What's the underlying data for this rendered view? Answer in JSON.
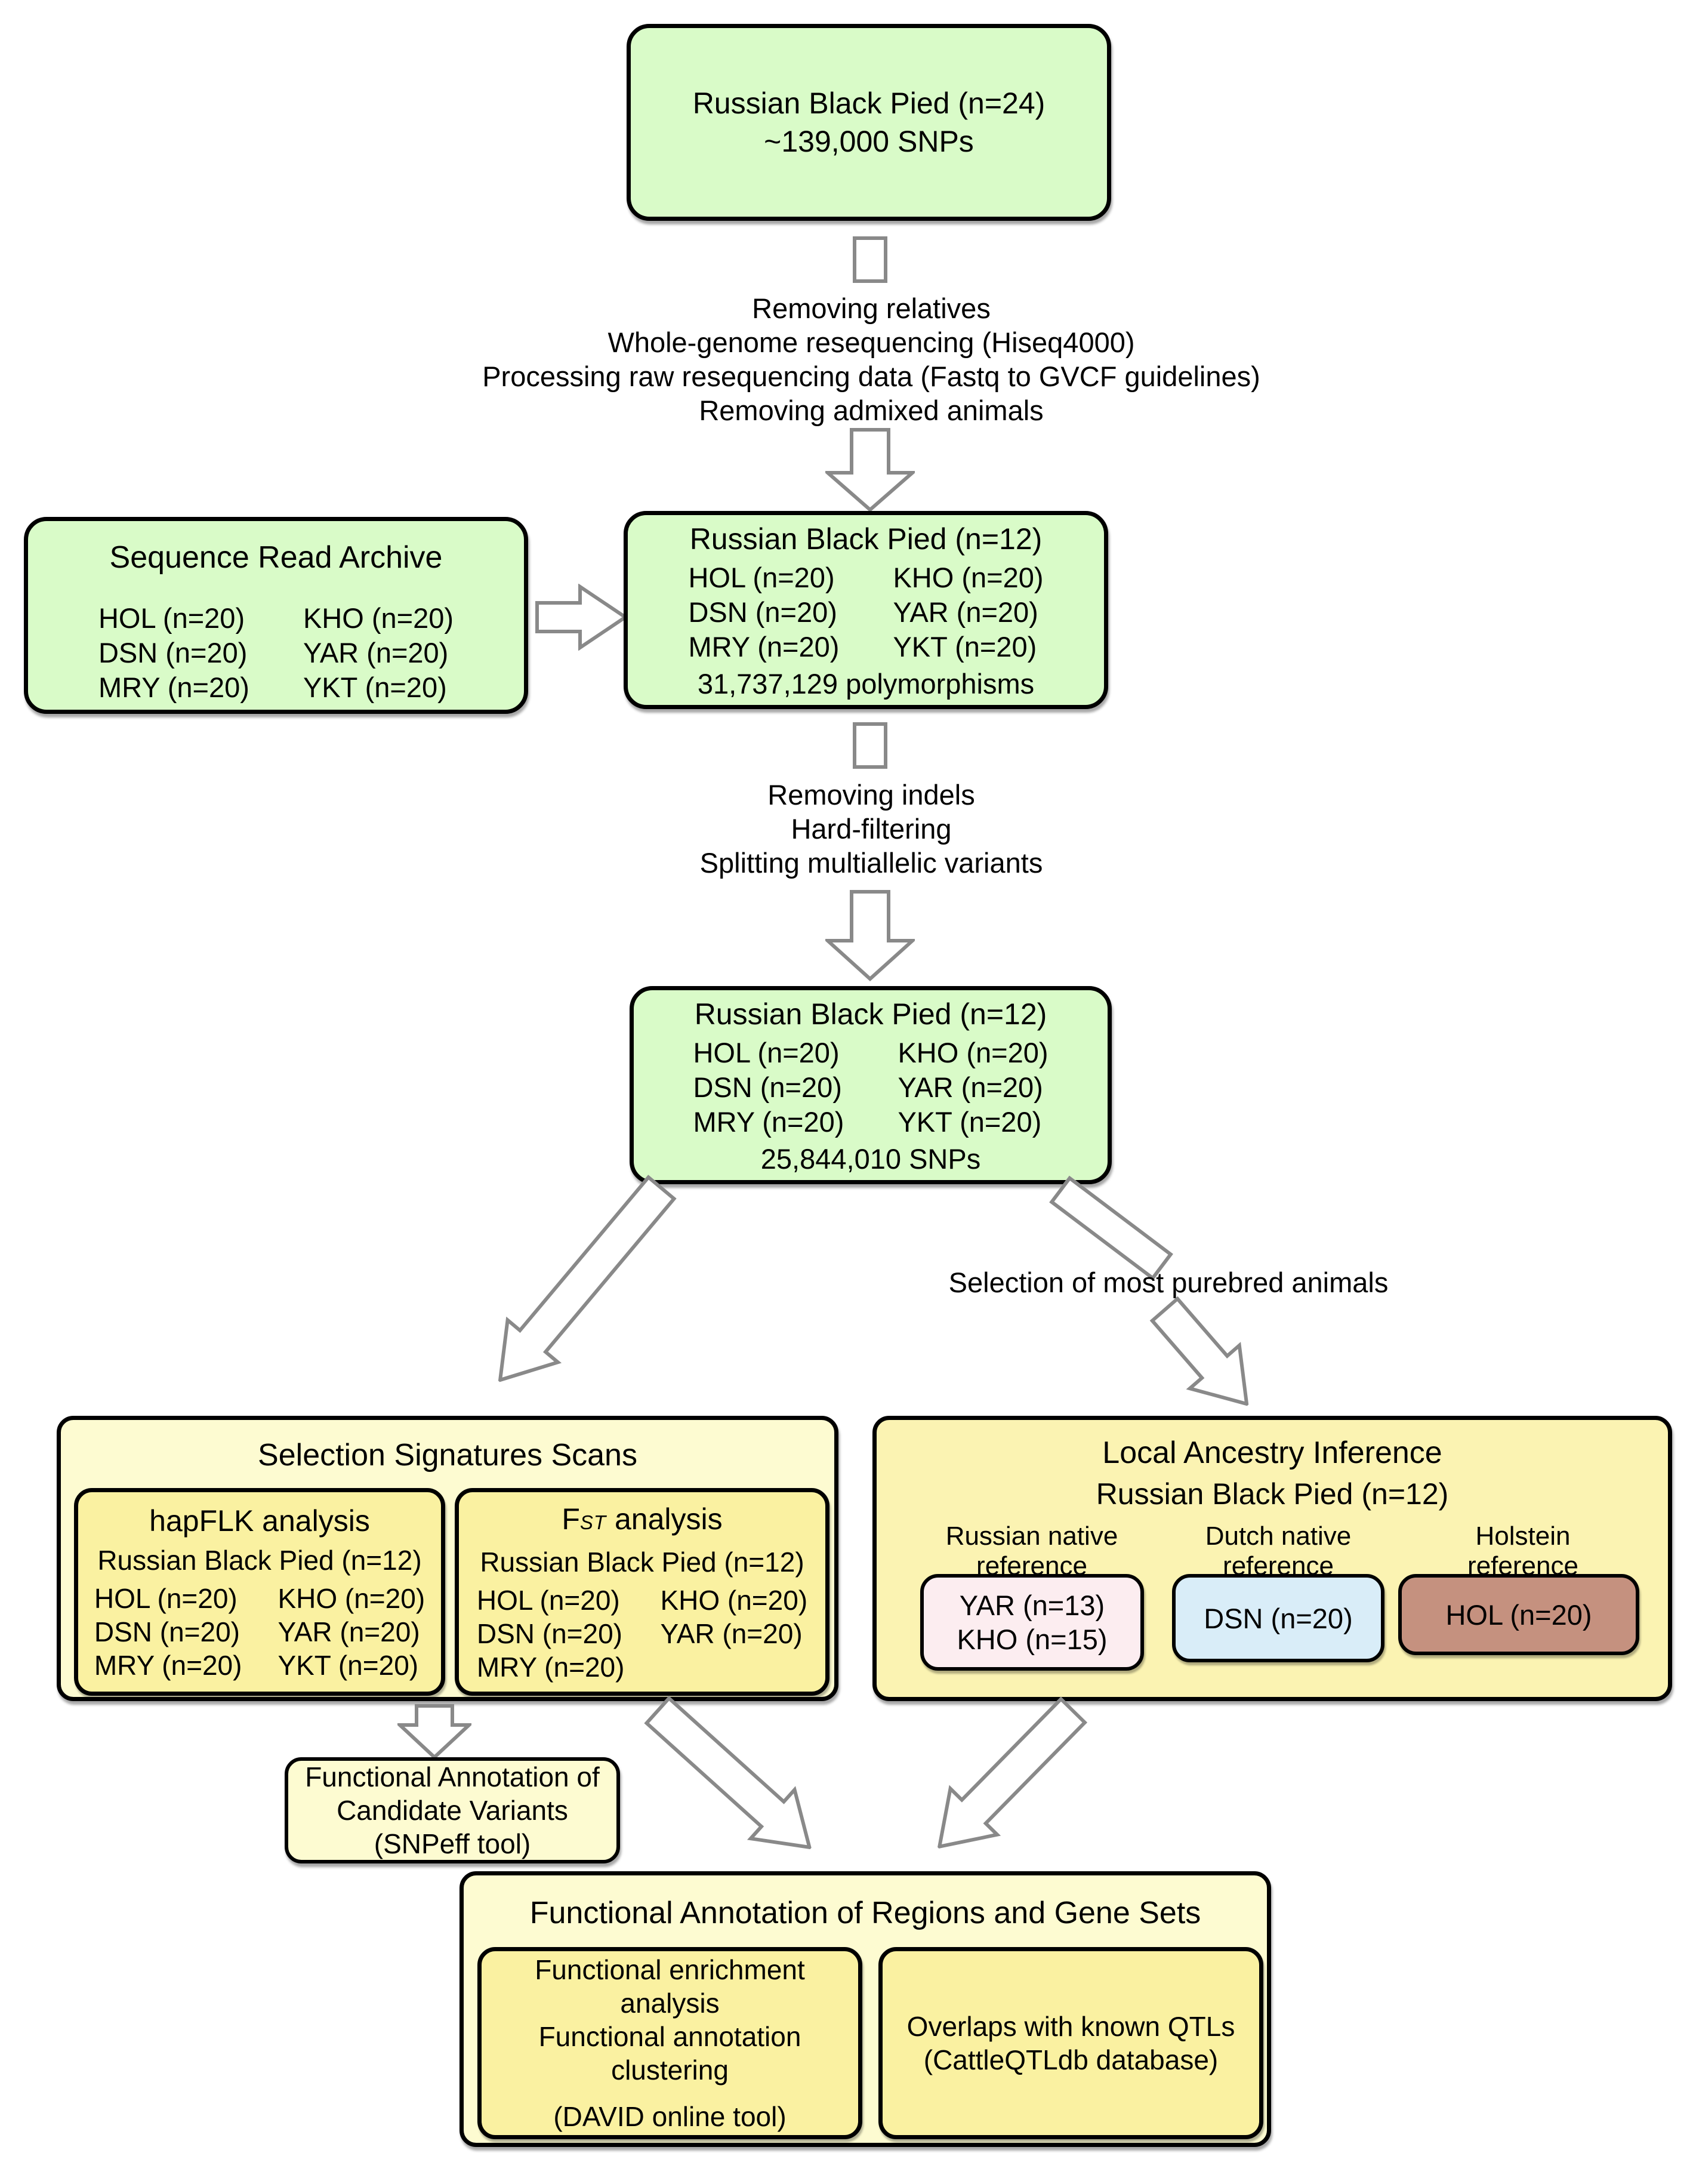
{
  "colors": {
    "box_green": "#d9fbc8",
    "outer_cream": "#fdfbd1",
    "lai_yellow": "#fbf3b2",
    "inner_yellow": "#faf1a1",
    "russian_ref_pink": "#fcedf0",
    "dutch_ref_blue": "#d9edf8",
    "holstein_ref_brown": "#c5917f",
    "arrow_gray": "#898989"
  },
  "top_box": {
    "line1": "Russian Black Pied (n=24)",
    "line2": "~139,000 SNPs"
  },
  "process1": {
    "line1": "Removing relatives",
    "line2": "Whole-genome resequencing (Hiseq4000)",
    "line3": "Processing raw resequencing data (Fastq to GVCF guidelines)",
    "line4": "Removing admixed animals"
  },
  "sra_box": {
    "title": "Sequence Read Archive",
    "breeds_left": [
      "HOL (n=20)",
      "DSN (n=20)",
      "MRY (n=20)"
    ],
    "breeds_right": [
      "KHO (n=20)",
      "YAR (n=20)",
      "YKT (n=20)"
    ]
  },
  "rbp12_poly_box": {
    "title": "Russian Black Pied (n=12)",
    "breeds_left": [
      "HOL (n=20)",
      "DSN (n=20)",
      "MRY (n=20)"
    ],
    "breeds_right": [
      "KHO (n=20)",
      "YAR (n=20)",
      "YKT (n=20)"
    ],
    "footer": "31,737,129 polymorphisms"
  },
  "process2": {
    "line1": "Removing indels",
    "line2": "Hard-filtering",
    "line3": "Splitting multiallelic variants"
  },
  "rbp12_snp_box": {
    "title": "Russian Black Pied (n=12)",
    "breeds_left": [
      "HOL (n=20)",
      "DSN (n=20)",
      "MRY (n=20)"
    ],
    "breeds_right": [
      "KHO (n=20)",
      "YAR (n=20)",
      "YKT (n=20)"
    ],
    "footer": "25,844,010 SNPs"
  },
  "branch": {
    "right_label": "Selection of most purebred animals"
  },
  "sss_box": {
    "title": "Selection Signatures Scans",
    "hapflk": {
      "title": "hapFLK analysis",
      "subtitle": "Russian Black Pied (n=12)",
      "breeds_left": [
        "HOL (n=20)",
        "DSN (n=20)",
        "MRY (n=20)"
      ],
      "breeds_right": [
        "KHO (n=20)",
        "YAR (n=20)",
        "YKT (n=20)"
      ]
    },
    "fst": {
      "title_f": "F",
      "title_st": "ST",
      "title_rest": " analysis",
      "subtitle": "Russian Black Pied (n=12)",
      "breeds_left": [
        "HOL (n=20)",
        "DSN (n=20)",
        "MRY (n=20)"
      ],
      "breeds_right": [
        "KHO (n=20)",
        "YAR (n=20)"
      ]
    }
  },
  "lai_box": {
    "title": "Local Ancestry Inference",
    "subtitle": "Russian Black Pied (n=12)",
    "col1": {
      "header1": "Russian native",
      "header2": "reference",
      "line1": "YAR (n=13)",
      "line2": "KHO (n=15)"
    },
    "col2": {
      "header1": "Dutch native",
      "header2": "reference",
      "line1": "DSN (n=20)"
    },
    "col3": {
      "header1": "Holstein",
      "header2": "reference",
      "line1": "HOL (n=20)"
    }
  },
  "facv_box": {
    "line1": "Functional Annotation of",
    "line2": "Candidate Variants",
    "line3": "(SNPeff tool)"
  },
  "far_box": {
    "title": "Functional Annotation of Regions and Gene Sets",
    "david": {
      "line1": "Functional enrichment analysis",
      "line2": "Functional annotation clustering",
      "line3": "(DAVID online tool)"
    },
    "qtl": {
      "line1": "Overlaps with known QTLs",
      "line2": "(CattleQTLdb database)"
    }
  }
}
